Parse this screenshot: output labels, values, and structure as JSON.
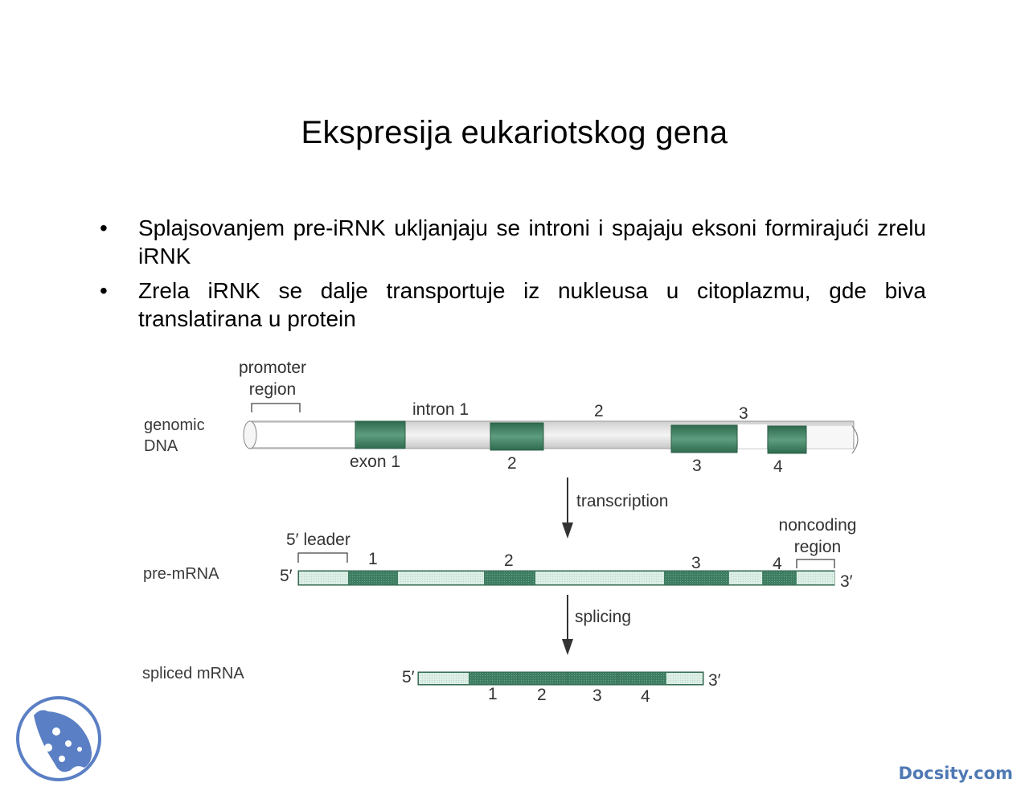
{
  "slide": {
    "title": "Ekspresija eukariotskog gena",
    "bullets": [
      {
        "symbol": "•",
        "text": "Splajsovanjem pre-iRNK ukljanjaju se introni i spajaju eksoni formirajući zrelu iRNK"
      },
      {
        "symbol": "•",
        "text": "Zrela iRNK se dalje transportuje iz nukleusa u citoplazmu, gde biva translatirana u protein"
      }
    ]
  },
  "diagram": {
    "colors": {
      "exon": "#3f7d62",
      "exon_light": "#5a9a7c",
      "intron": "#e6e6e6",
      "utr": "#d9ece4",
      "text": "#333333"
    },
    "row_labels": {
      "genomic_dna_line1": "genomic",
      "genomic_dna_line2": "DNA",
      "pre_mrna": "pre-mRNA",
      "spliced_mrna": "spliced mRNA"
    },
    "genomic": {
      "promoter_line1": "promoter",
      "promoter_line2": "region",
      "intron_labels": [
        "intron 1",
        "2",
        "3"
      ],
      "exon_labels": [
        "exon 1",
        "2",
        "3",
        "4"
      ]
    },
    "steps": {
      "transcription": "transcription",
      "splicing": "splicing"
    },
    "pre_mrna": {
      "leader": "5′ leader",
      "noncoding_line1": "noncoding",
      "noncoding_line2": "region",
      "end5": "5′",
      "end3": "3′",
      "exon_labels": [
        "1",
        "2",
        "3",
        "4"
      ]
    },
    "spliced": {
      "end5": "5′",
      "end3": "3′",
      "exon_labels": [
        "1",
        "2",
        "3",
        "4"
      ]
    }
  },
  "footer": {
    "logo_icon": "docsity-logo-icon",
    "brand": "Docsity.com"
  }
}
